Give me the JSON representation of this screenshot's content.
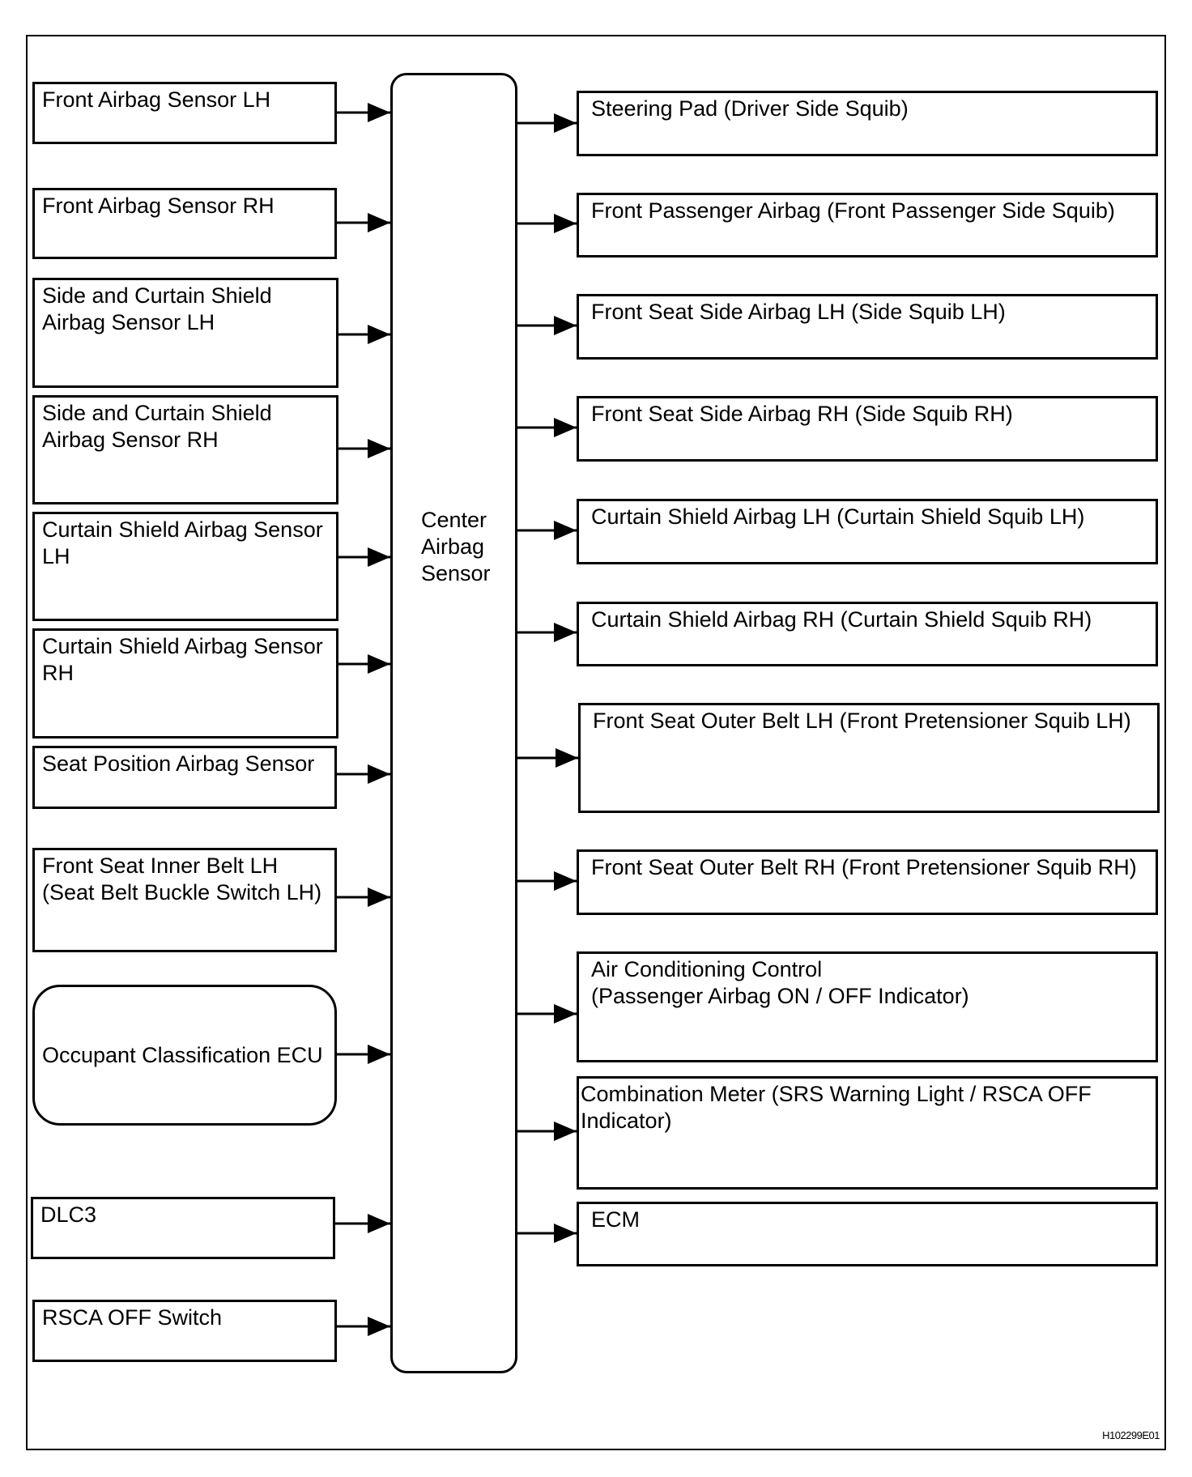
{
  "center": {
    "label": "Center\nAirbag\nSensor"
  },
  "inputs": [
    {
      "label": "Front Airbag Sensor LH"
    },
    {
      "label": "Front Airbag Sensor RH"
    },
    {
      "label": "Side and Curtain Shield\nAirbag Sensor LH"
    },
    {
      "label": "Side and Curtain Shield\nAirbag Sensor RH"
    },
    {
      "label": "Curtain Shield Airbag Sensor\nLH"
    },
    {
      "label": "Curtain Shield Airbag Sensor\nRH"
    },
    {
      "label": "Seat Position Airbag Sensor"
    },
    {
      "label": "Front Seat Inner Belt LH\n(Seat Belt Buckle Switch LH)"
    },
    {
      "label": "Occupant Classification ECU"
    },
    {
      "label": "DLC3"
    },
    {
      "label": "RSCA OFF Switch"
    }
  ],
  "outputs": [
    {
      "label": "Steering Pad (Driver Side Squib)"
    },
    {
      "label": "Front Passenger Airbag (Front Passenger Side Squib)"
    },
    {
      "label": "Front Seat Side Airbag LH (Side Squib LH)"
    },
    {
      "label": "Front Seat Side Airbag RH (Side Squib RH)"
    },
    {
      "label": "Curtain Shield Airbag LH (Curtain Shield Squib LH)"
    },
    {
      "label": "Curtain Shield Airbag RH (Curtain Shield Squib RH)"
    },
    {
      "label": "Front Seat Outer Belt LH (Front Pretensioner Squib LH)"
    },
    {
      "label": "Front Seat Outer Belt RH (Front Pretensioner Squib RH)"
    },
    {
      "label": "Air Conditioning Control\n(Passenger Airbag ON / OFF Indicator)"
    },
    {
      "label": "Combination Meter (SRS Warning Light / RSCA OFF\nIndicator)"
    },
    {
      "label": "ECM"
    }
  ],
  "figure_code": "H102299E01"
}
